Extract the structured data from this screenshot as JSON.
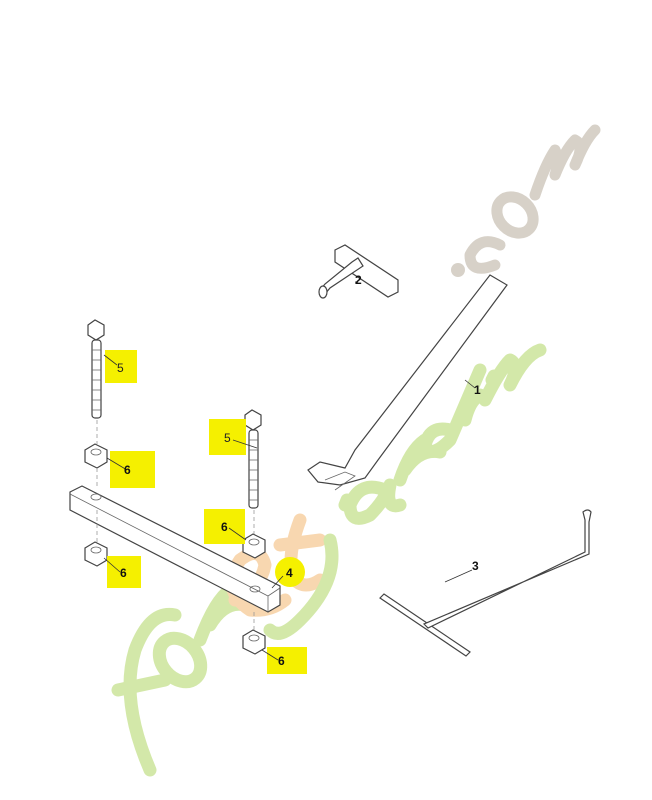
{
  "watermark": {
    "text": "foretjardin.com",
    "colors": {
      "green": "#cfe6a0",
      "orange": "#f8d3a8",
      "gray": "#d3ccc2"
    }
  },
  "highlight_color": "#f5f000",
  "callouts": [
    {
      "id": "1",
      "text": "1"
    },
    {
      "id": "2",
      "text": "2"
    },
    {
      "id": "3",
      "text": "3"
    },
    {
      "id": "4",
      "text": "4"
    },
    {
      "id": "5a",
      "text": "5"
    },
    {
      "id": "5b",
      "text": "5"
    },
    {
      "id": "6a",
      "text": "6"
    },
    {
      "id": "6b",
      "text": "6"
    },
    {
      "id": "6c",
      "text": "6"
    },
    {
      "id": "6d",
      "text": "6"
    }
  ]
}
